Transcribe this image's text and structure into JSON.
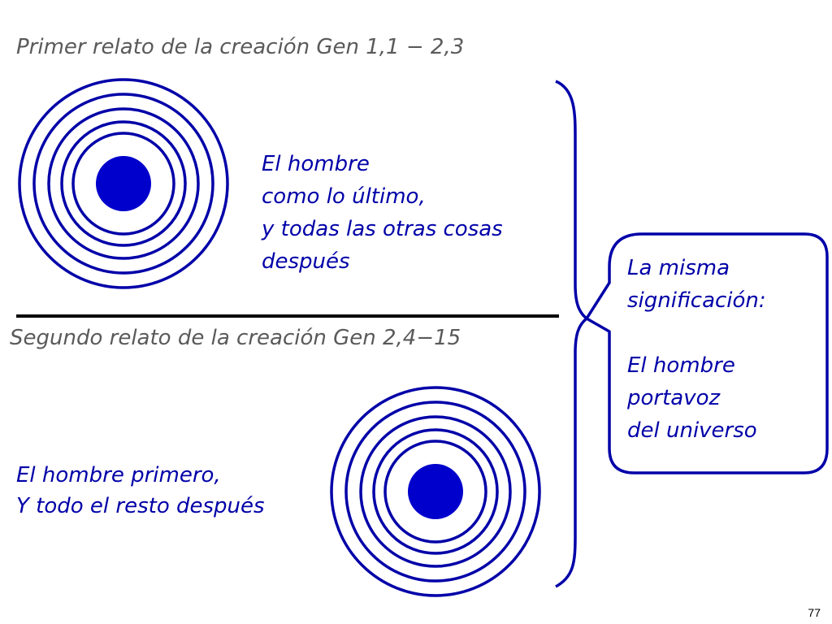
{
  "first_account": {
    "title": "Primer relato de la creación  Gen 1,1 − 2,3",
    "lines": [
      "El hombre",
      "como lo último,",
      "y todas las otras cosas",
      "después"
    ]
  },
  "second_account": {
    "title": "Segundo relato de la creación Gen 2,4−15",
    "lines": [
      "El hombre primero,",
      "Y todo el resto después"
    ]
  },
  "callout": {
    "lines": [
      "La misma",
      "significación:",
      "",
      "El hombre",
      "portavoz",
      "del universo"
    ]
  },
  "slide_number": "77",
  "colors": {
    "accent_blue": "#0000a8",
    "dot_blue": "#0000cc",
    "title_gray": "#5a5a5a",
    "divider": "#000000"
  }
}
